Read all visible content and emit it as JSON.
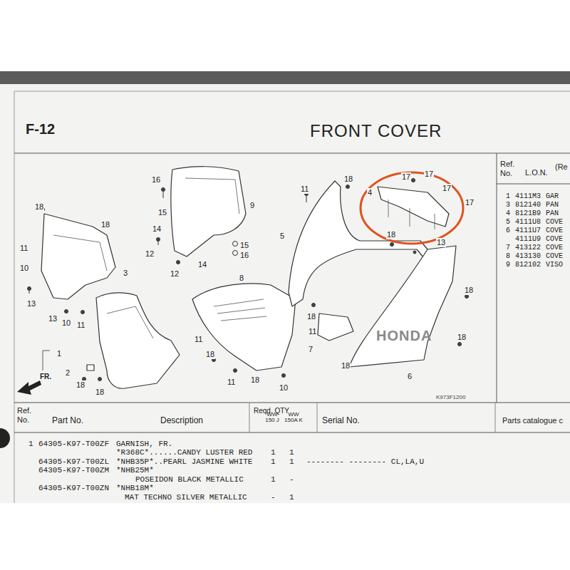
{
  "diagram": {
    "title": "FRONT COVER",
    "labels": [
      "F-12",
      "16",
      "15",
      "14",
      "12",
      "9",
      "15",
      "16",
      "14",
      "12",
      "18",
      "18",
      "11",
      "10",
      "3",
      "13",
      "13",
      "10",
      "11",
      "11",
      "18",
      "17",
      "17",
      "17",
      "17",
      "4",
      "5",
      "18",
      "13",
      "8",
      "18",
      "11",
      "7",
      "18",
      "18",
      "11",
      "18",
      "11",
      "18",
      "10",
      "18",
      "6",
      "1",
      "2",
      "18",
      "18",
      "FR.",
      "K973F1200",
      "HONDA",
      "Ref. No.",
      "L.O.N.",
      "(Re",
      "1",
      "4111M3",
      "GAR",
      "3",
      "812140",
      "PAN",
      "4",
      "8121B9",
      "PAN",
      "5",
      "4111U8",
      "COVE",
      "6",
      "4111U7",
      "COVE",
      "4111U9",
      "COVE",
      "7",
      "413122",
      "COVE",
      "8",
      "413130",
      "COVE",
      "9",
      "812102",
      "VISO",
      "Ref. No.",
      "Part No.",
      "Description",
      "Reqd. QTY",
      "WW 150 J",
      "WW 150A K",
      "Serial No.",
      "Parts catalogue c",
      "1",
      "64305-K97-T00ZF",
      "GARNISH, FR.",
      "*R368C*......CANDY LUSTER RED",
      "1",
      "1",
      "64305-K97-T00ZL",
      "*NHB35P*..PEARL JASMINE WHITE",
      "1",
      "1",
      "-------- -------- CL,LA,U",
      "64305-K97-T00ZM",
      "*NHB25M*",
      "POSEIDON BLACK METALLIC",
      "1",
      "-",
      "64305-K97-T00ZN",
      "*NHB18M*",
      "MAT TECHNO SILVER METALLIC",
      "-",
      "1"
    ]
  }
}
